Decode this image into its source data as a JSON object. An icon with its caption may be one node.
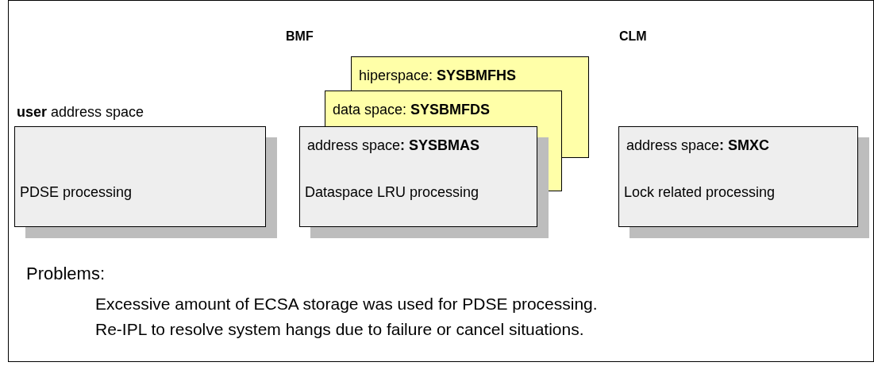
{
  "diagram": {
    "nodes": [
      {
        "text": [
          "**user** address space",
          "PDSE processing"
        ]
      },
      {
        "text": [
          "hiperspace: **SYSBMFHS**"
        ]
      },
      {
        "text": [
          "data space: **SYSBMFDS**"
        ]
      },
      {
        "text": [
          "address space**: SYSBMAS**",
          "Dataspace LRU processing"
        ]
      },
      {
        "text": [
          "address space**: SMXC**",
          "Lock related processing"
        ]
      }
    ],
    "edges": [],
    "labels": [
      "BMF",
      "CLM",
      "Problems:",
      "Excessive amount of ECSA storage was used for PDSE processing.",
      "Re-IPL to resolve system hangs due to failure or cancel situations."
    ]
  }
}
